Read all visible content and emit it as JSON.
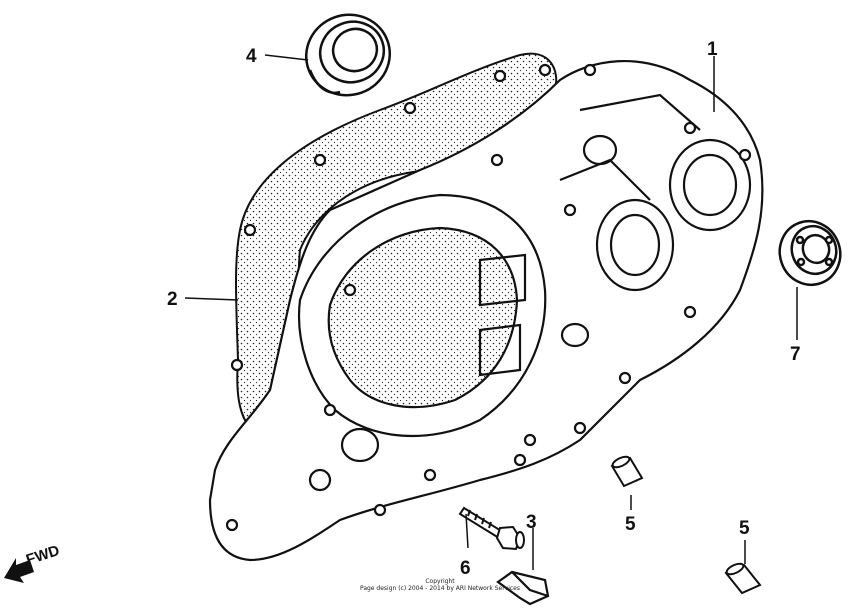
{
  "callouts": {
    "c1": "1",
    "c2": "2",
    "c3": "3",
    "c4": "4",
    "c5a": "5",
    "c5b": "5",
    "c6": "6",
    "c7": "7"
  },
  "fwd_label": "FWD",
  "copyright": {
    "line1": "Copyright",
    "line2": "Page design (c) 2004 - 2014 by ARI Network Services"
  }
}
